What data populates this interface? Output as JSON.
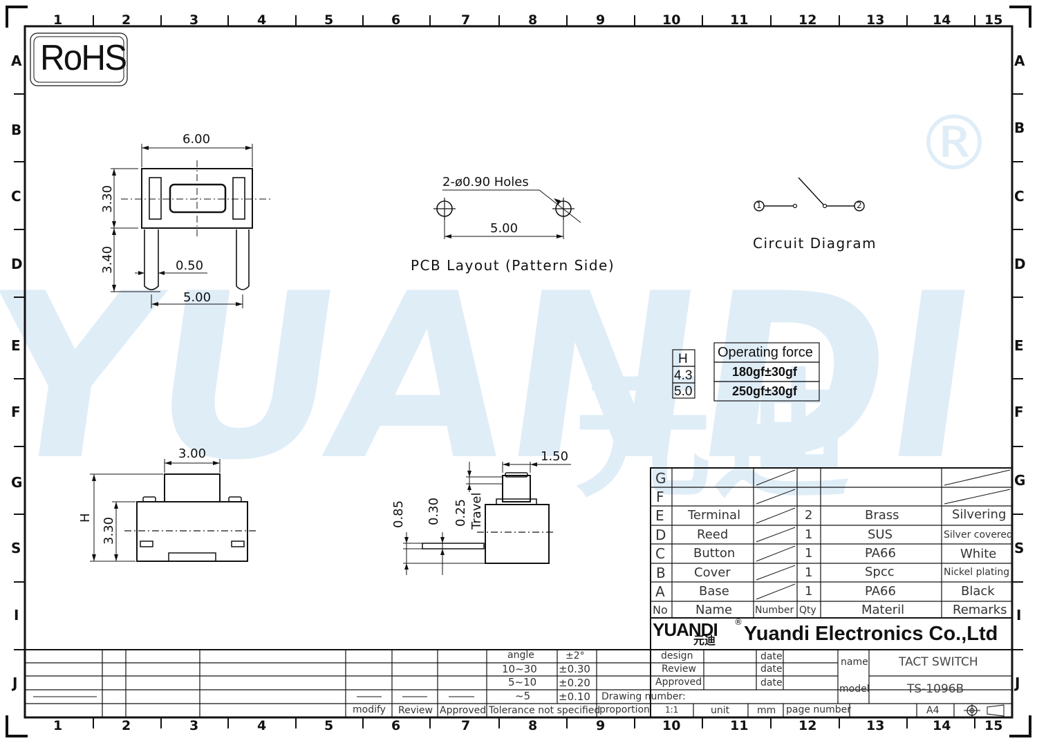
{
  "title_block": {
    "logo_text": "YUANDI",
    "logo_cn": "元迪",
    "company": "Yuandi Electronics Co.,Ltd",
    "name_label": "name",
    "name_value": "TACT SWITCH",
    "model_label": "model",
    "model_value": "TS-1096B",
    "design": "design",
    "review": "Review",
    "approved": "Approved",
    "date": "date",
    "drawing_number": "Drawing number:",
    "proportion": "proportion",
    "scale": "1:1",
    "unit": "unit",
    "mm": "mm",
    "page_number": "page number",
    "paper": "A4",
    "modify": "modify",
    "review2": "Review",
    "approved2": "Approved",
    "tolerance_caption": "Tolerance not specified",
    "tolerances": [
      {
        "range": "angle",
        "value": "±2°"
      },
      {
        "range": "10~30",
        "value": "±0.30"
      },
      {
        "range": "5~10",
        "value": "±0.20"
      },
      {
        "range": "~5",
        "value": "±0.10"
      }
    ]
  },
  "rohs": "RoHS",
  "watermark": "YUANDI",
  "watermark_cn": "元迪",
  "registered": "®",
  "frame": {
    "columns": [
      "1",
      "2",
      "3",
      "4",
      "5",
      "6",
      "7",
      "8",
      "9",
      "10",
      "11",
      "12",
      "13",
      "14",
      "15"
    ],
    "rows": [
      "A",
      "B",
      "C",
      "D",
      "E",
      "F",
      "G",
      "S",
      "I",
      "J"
    ]
  },
  "dimensions": {
    "top_width": "6.00",
    "top_height": "3.30",
    "lead_length": "3.40",
    "lead_width": "0.50",
    "lead_pitch": "5.00",
    "holes": "2-ø0.90  Holes",
    "hole_pitch": "5.00",
    "side_button": "3.00",
    "side_h": "H",
    "side_body": "3.30",
    "front_button": "1.50",
    "front_085": "0.85",
    "front_030": "0.30",
    "front_025": "0.25",
    "travel": "Travel"
  },
  "captions": {
    "pcb": "PCB  Layout  (Pattern  Side)",
    "circuit": "Circuit  Diagram",
    "pin1": "1",
    "pin2": "2"
  },
  "force_table": {
    "h_header": "H",
    "header": "Operating force",
    "rows": [
      {
        "h": "4.3",
        "force": "180gf±30gf"
      },
      {
        "h": "5.0",
        "force": "250gf±30gf"
      }
    ]
  },
  "bom": {
    "header": {
      "no": "No",
      "name": "Name",
      "number": "Number",
      "qty": "Qty",
      "material": "Materil",
      "remarks": "Remarks"
    },
    "rows": [
      {
        "no": "G",
        "name": "",
        "qty": "",
        "material": "",
        "remarks": ""
      },
      {
        "no": "F",
        "name": "",
        "qty": "",
        "material": "",
        "remarks": ""
      },
      {
        "no": "E",
        "name": "Terminal",
        "qty": "2",
        "material": "Brass",
        "remarks": "Silvering"
      },
      {
        "no": "D",
        "name": "Reed",
        "qty": "1",
        "material": "SUS",
        "remarks": "Silver covered"
      },
      {
        "no": "C",
        "name": "Button",
        "qty": "1",
        "material": "PA66",
        "remarks": "White"
      },
      {
        "no": "B",
        "name": "Cover",
        "qty": "1",
        "material": "Spcc",
        "remarks": "Nickel plating"
      },
      {
        "no": "A",
        "name": "Base",
        "qty": "1",
        "material": "PA66",
        "remarks": "Black"
      }
    ]
  }
}
